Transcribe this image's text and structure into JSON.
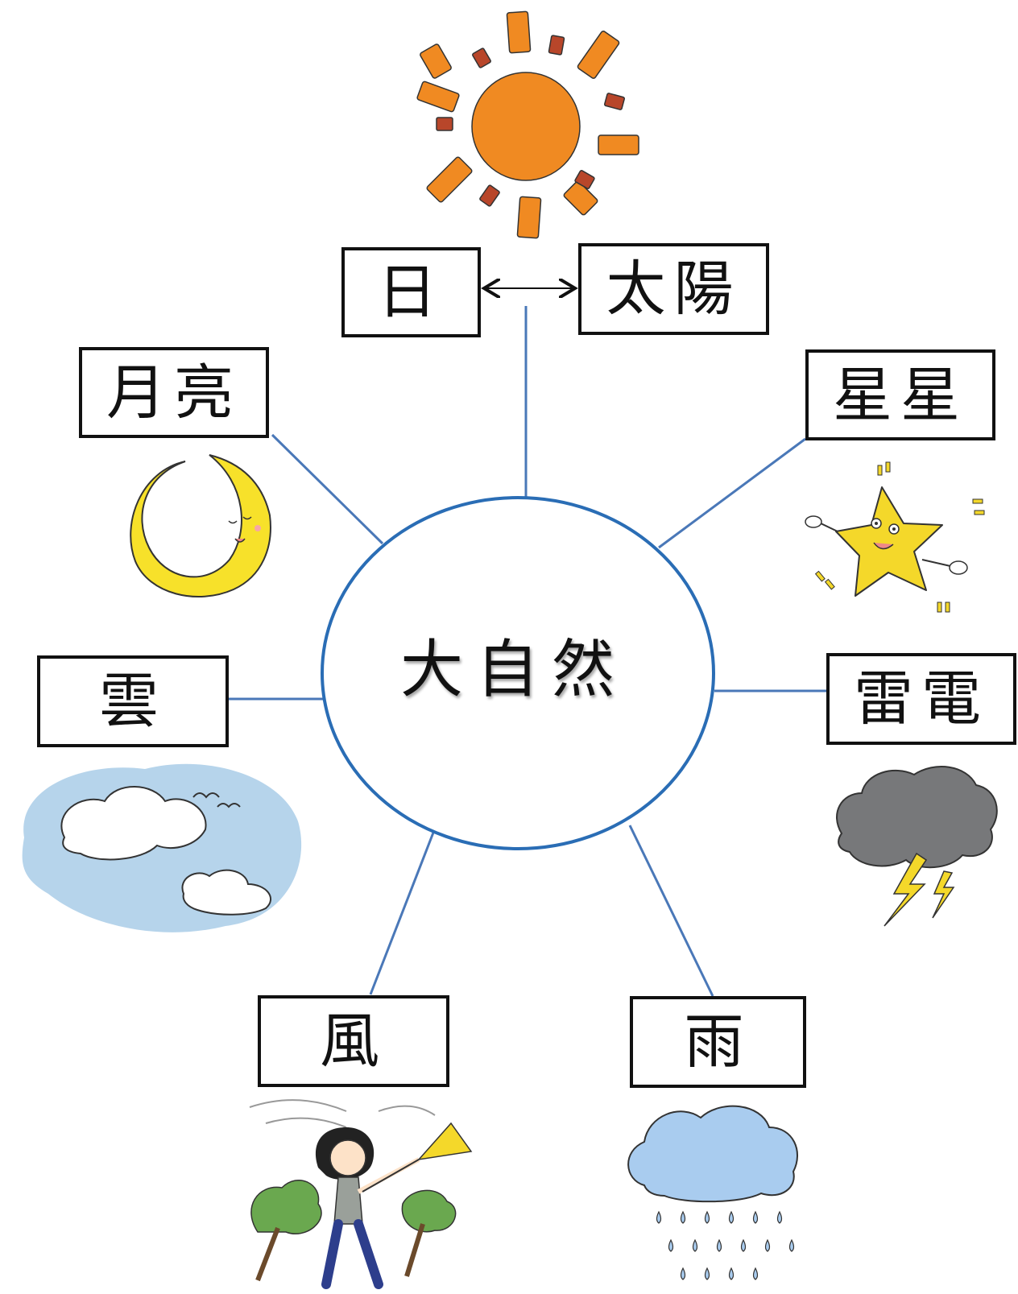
{
  "center": {
    "label": "大自然"
  },
  "nodes": {
    "sun_char": {
      "label": "日"
    },
    "sun_word": {
      "label": "太陽"
    },
    "moon": {
      "label": "月亮"
    },
    "star": {
      "label": "星星"
    },
    "cloud": {
      "label": "雲"
    },
    "thunder": {
      "label": "雷電"
    },
    "wind": {
      "label": "風"
    },
    "rain": {
      "label": "雨"
    }
  },
  "colors": {
    "connector": "#4a78b8",
    "circle": "#2a6db5",
    "sun": "#f08a22",
    "sun_ray_dark": "#b8462a",
    "moon": "#f7e12a",
    "star": "#f4d82a",
    "sky": "#a9cce8",
    "storm_cloud": "#77787a",
    "rain_cloud": "#a9ccef"
  },
  "icons": [
    "sun-icon",
    "moon-icon",
    "star-icon",
    "cloud-icon",
    "thunder-cloud-icon",
    "wind-person-icon",
    "rain-cloud-icon"
  ]
}
